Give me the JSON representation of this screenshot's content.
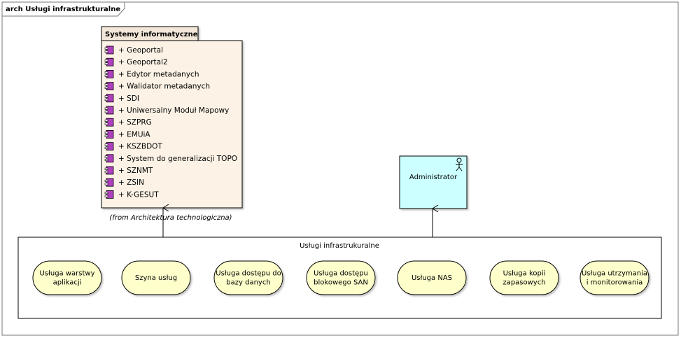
{
  "frame": {
    "title": "arch Usługi infrastrukturalne"
  },
  "package": {
    "title": "Systemy informatyczne",
    "items": [
      "+ Geoportal",
      "+ Geoportal2",
      "+ Edytor metadanych",
      "+ Walidator metadanych",
      "+ SDI",
      "+ Uniwersalny Moduł Mapowy",
      "+ SZPRG",
      "+ EMUiA",
      "+ KSZBDOT",
      "+ System do generalizacji TOPO",
      "+ SZNMT",
      "+ ZSIN",
      "+ K-GESUT"
    ],
    "from_note": "(from Architektura technologiczna)"
  },
  "actor": {
    "label": "Administrator"
  },
  "services_group": {
    "title": "Usługi infrastrukuralne",
    "services": [
      {
        "lines": [
          "Usługa warstwy",
          "aplikacji"
        ]
      },
      {
        "lines": [
          "Szyna usług"
        ]
      },
      {
        "lines": [
          "Usługa dostępu do",
          "bazy danych"
        ]
      },
      {
        "lines": [
          "Usługa dostępu",
          "blokowego SAN"
        ]
      },
      {
        "lines": [
          "Usługa NAS"
        ]
      },
      {
        "lines": [
          "Usługa kopii",
          "zapasowych"
        ]
      },
      {
        "lines": [
          "Usługa utrzymania",
          "i monitorowania"
        ]
      }
    ]
  },
  "colors": {
    "package_fill": "#fcf3e6",
    "package_tab": "#f2e7d8",
    "actor_fill": "#ccffff",
    "service_fill": "#ffffcc",
    "component_icon": "#b040c0"
  }
}
